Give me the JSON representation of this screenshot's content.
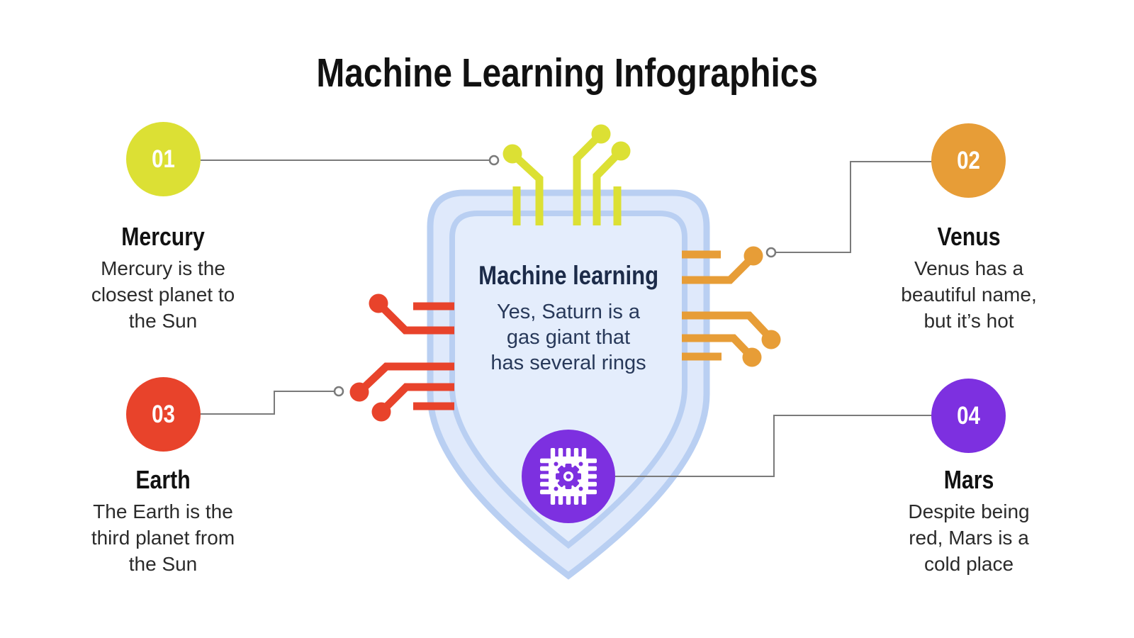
{
  "page_title": "Machine Learning Infographics",
  "center": {
    "heading": "Machine learning",
    "body": "Yes, Saturn is a\ngas giant that\nhas several rings",
    "icon": "cpu-chip-gear-icon"
  },
  "items": [
    {
      "number": "01",
      "planet": "Mercury",
      "description": "Mercury is the\nclosest planet to\nthe Sun",
      "color": "#dce034"
    },
    {
      "number": "02",
      "planet": "Venus",
      "description": "Venus has a\nbeautiful name,\nbut it’s hot",
      "color": "#e79d37"
    },
    {
      "number": "03",
      "planet": "Earth",
      "description": "The Earth is the\nthird planet from\nthe Sun",
      "color": "#e8432b"
    },
    {
      "number": "04",
      "planet": "Mars",
      "description": "Despite being\nred, Mars is a\ncold place",
      "color": "#7d30e0"
    }
  ],
  "palette": {
    "background": "#ffffff",
    "connector_gray": "#7a7a7a",
    "shield_border": "#b9cff2",
    "shield_fill_outer": "#dfe9fb",
    "shield_fill_inner": "#e4edfc",
    "heading_navy": "#1c2b49",
    "body_navy": "#28395a",
    "text_black": "#111111",
    "text_gray": "#2b2b2b",
    "chip_purple": "#7d30e0",
    "trace_yellow": "#dce034",
    "trace_orange": "#e79d37",
    "trace_red": "#e8432b"
  }
}
